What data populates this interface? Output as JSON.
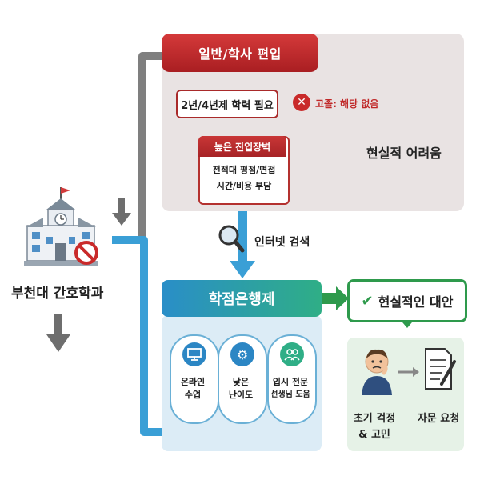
{
  "top_path": {
    "title": "일반/학사 편입",
    "requirement": "2년/4년제 학력 필요",
    "gochol_note": "고졸: 해당 없음",
    "barrier_title": "높은 진입장벽",
    "barrier_line1": "전적대 평점/면접",
    "barrier_line2": "시간/비용 부담",
    "conclusion": "현실적 어려움"
  },
  "start": {
    "label": "부천대 간호학과"
  },
  "search": {
    "label": "인터넷 검색"
  },
  "credit_bank": {
    "title": "학점은행제",
    "features": [
      {
        "line1": "온라인",
        "line2": "수업",
        "icon": "monitor-icon"
      },
      {
        "line1": "낮은",
        "line2": "난이도",
        "icon": "gear-icon"
      },
      {
        "line1": "입시 전문",
        "line2": "선생님 도움",
        "icon": "people-icon"
      }
    ]
  },
  "alternative": {
    "title": "현실적인 대안",
    "worry_line1": "초기 걱정",
    "worry_line2": "& 고민",
    "request": "자문 요청"
  },
  "colors": {
    "red": "#b52a2a",
    "gray_path": "#7a7a7a",
    "blue_path": "#3a9fd6",
    "teal": "#2fae86",
    "green": "#2e9a4c"
  }
}
